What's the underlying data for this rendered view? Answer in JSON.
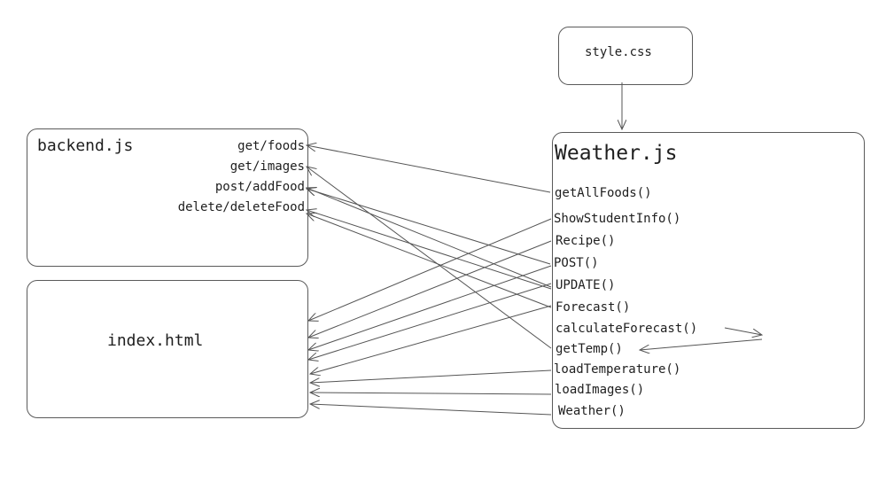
{
  "nodes": {
    "style_css": {
      "title": "style.css"
    },
    "backend_js": {
      "title": "backend.js",
      "routes": [
        "get/foods",
        "get/images",
        "post/addFood",
        "delete/deleteFood"
      ]
    },
    "index_html": {
      "title": "index.html"
    },
    "weather_js": {
      "title": "Weather.js",
      "functions": [
        "getAllFoods()",
        "ShowStudentInfo()",
        "Recipe()",
        "POST()",
        "UPDATE()",
        "Forecast()",
        "calculateForecast()",
        "getTemp()",
        "loadTemperature()",
        "loadImages()",
        "Weather()"
      ]
    }
  },
  "edges": [
    {
      "from": "style.css",
      "to": "Weather.js"
    },
    {
      "from": "getAllFoods()",
      "to": "get/foods"
    },
    {
      "from": "getTemp()",
      "to": "get/images"
    },
    {
      "from": "UPDATE()",
      "to": "post/addFood"
    },
    {
      "from": "POST()",
      "to": "post/addFood"
    },
    {
      "from": "UPDATE()",
      "to": "delete/deleteFood"
    },
    {
      "from": "Forecast()",
      "to": "delete/deleteFood"
    },
    {
      "from": "ShowStudentInfo()",
      "to": "index.html"
    },
    {
      "from": "Recipe()",
      "to": "index.html"
    },
    {
      "from": "POST()",
      "to": "index.html"
    },
    {
      "from": "UPDATE()",
      "to": "index.html"
    },
    {
      "from": "Forecast()",
      "to": "index.html"
    },
    {
      "from": "loadTemperature()",
      "to": "index.html"
    },
    {
      "from": "loadImages()",
      "to": "index.html"
    },
    {
      "from": "Weather()",
      "to": "index.html"
    },
    {
      "from": "calculateForecast()",
      "to": "getTemp()"
    }
  ]
}
